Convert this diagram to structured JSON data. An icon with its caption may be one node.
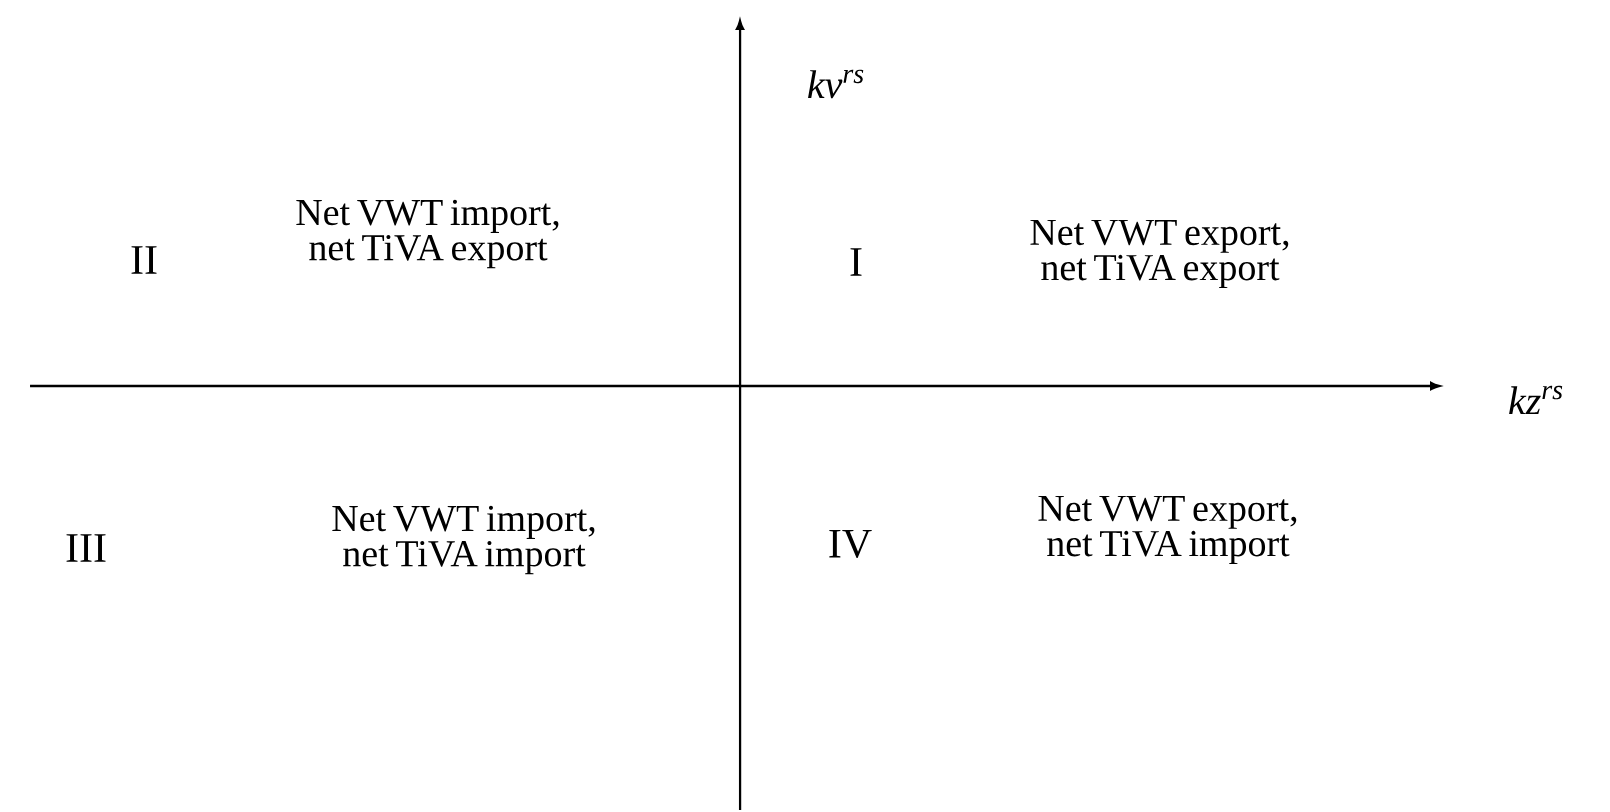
{
  "diagram": {
    "labels": [
      "kv$^{rs}$",
      "II",
      "Net VWT import, net TiVA export",
      "I",
      "Net VWT export, net TiVA export",
      "kz$^{rs}$",
      "III",
      "Net VWT import, net TiVA import",
      "IV",
      "Net VWT export, net TiVA import"
    ]
  }
}
